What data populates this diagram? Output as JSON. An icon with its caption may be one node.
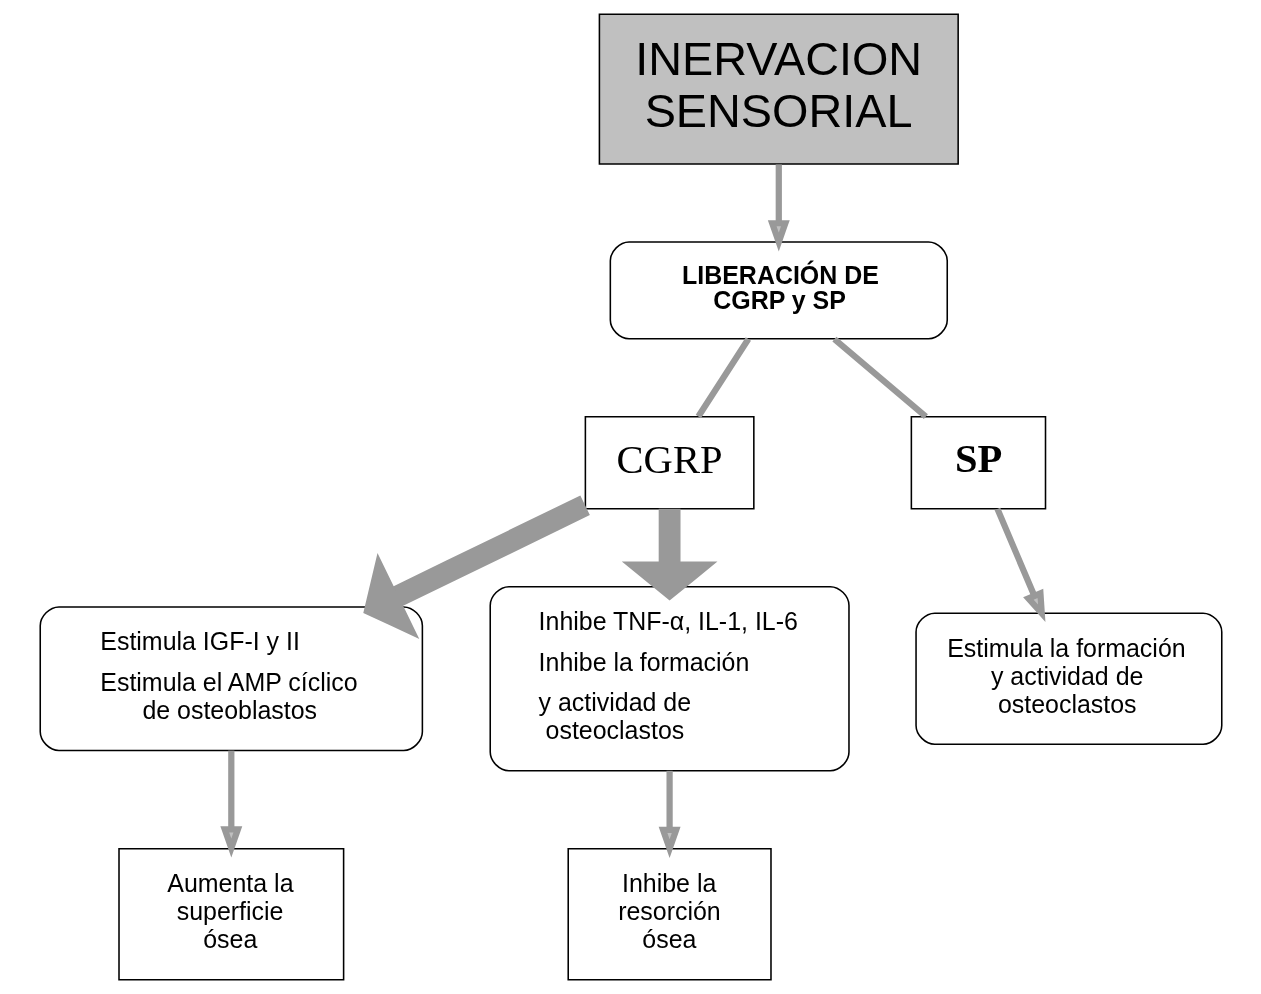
{
  "diagram": {
    "nodes": [
      {
        "text": [
          "INERVACION SENSORIAL"
        ]
      },
      {
        "text": [
          "LIBERACIÓN DE CGRP y SP"
        ]
      },
      {
        "text": [
          "CGRP"
        ]
      },
      {
        "text": [
          "SP"
        ]
      },
      {
        "text": [
          "Estimula IGF-I y II",
          "Estimula el AMP cíclico de osteoblastos"
        ]
      },
      {
        "text": [
          "Inhibe TNF-α, IL-1, IL-6",
          "Inhibe la formación",
          "y actividad de osteoclastos"
        ]
      },
      {
        "text": [
          "Estimula la formación y actividad de osteoclastos"
        ]
      },
      {
        "text": [
          "Aumenta la superficie ósea"
        ]
      },
      {
        "text": [
          "Inhibe la resorción ósea"
        ]
      }
    ],
    "edges": [
      {
        "from": 0,
        "to": 1,
        "arrow": "to"
      },
      {
        "from": 1,
        "to": 2,
        "arrow": "none"
      },
      {
        "from": 1,
        "to": 3,
        "arrow": "none"
      },
      {
        "from": 2,
        "to": 4,
        "arrow": "to",
        "style": "thick"
      },
      {
        "from": 2,
        "to": 5,
        "arrow": "to",
        "style": "thick"
      },
      {
        "from": 3,
        "to": 6,
        "arrow": "to"
      },
      {
        "from": 4,
        "to": 7,
        "arrow": "to"
      },
      {
        "from": 5,
        "to": 8,
        "arrow": "to"
      }
    ]
  }
}
